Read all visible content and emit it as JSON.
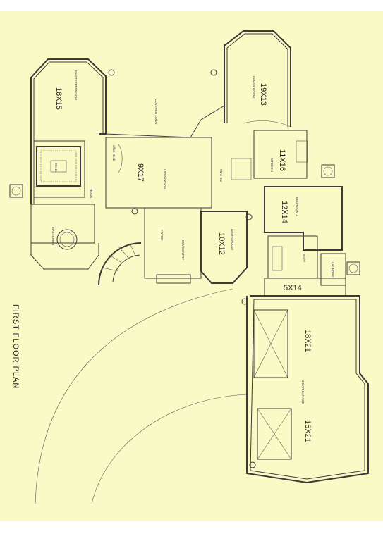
{
  "title": "FIRST FLOOR PLAN",
  "rooms": {
    "master_bedroom": {
      "name": "MASTERBEDROOM",
      "dim": "18X15"
    },
    "covered_lanai": {
      "name": "COVERED LANAI"
    },
    "family_room": {
      "name": "FAMILY ROOM",
      "dim": "19X13"
    },
    "kitchen": {
      "name": "KITCHEN",
      "dim": "11X16"
    },
    "office_desk": {
      "name": "office Desk"
    },
    "living_room": {
      "name": "LIVINGROOM",
      "dim": "9X17"
    },
    "wine_bar": {
      "name": "Wine Bar"
    },
    "nook": {
      "name": "NOOK"
    },
    "wic": {
      "name": "W.I.C."
    },
    "bedroom2": {
      "name": "BEDROOM 2",
      "dim": "12X14"
    },
    "dining_room": {
      "name": "DININGROOM",
      "dim": "10X12"
    },
    "foyer": {
      "name": "FOYER"
    },
    "covered_entry": {
      "name": "COVD ENTRY"
    },
    "master_bath": {
      "name": "MASTERBAT"
    },
    "bath": {
      "name": "BATH"
    },
    "laundry": {
      "name": "LAUNDRY"
    },
    "storage": {
      "dim": "5X14"
    },
    "garage": {
      "name": "3 CAR GARAGE",
      "dim_a": "18X21",
      "dim_b": "16X21"
    }
  },
  "colors": {
    "paper": "#fafac6",
    "ink": "#3a3a3a"
  }
}
